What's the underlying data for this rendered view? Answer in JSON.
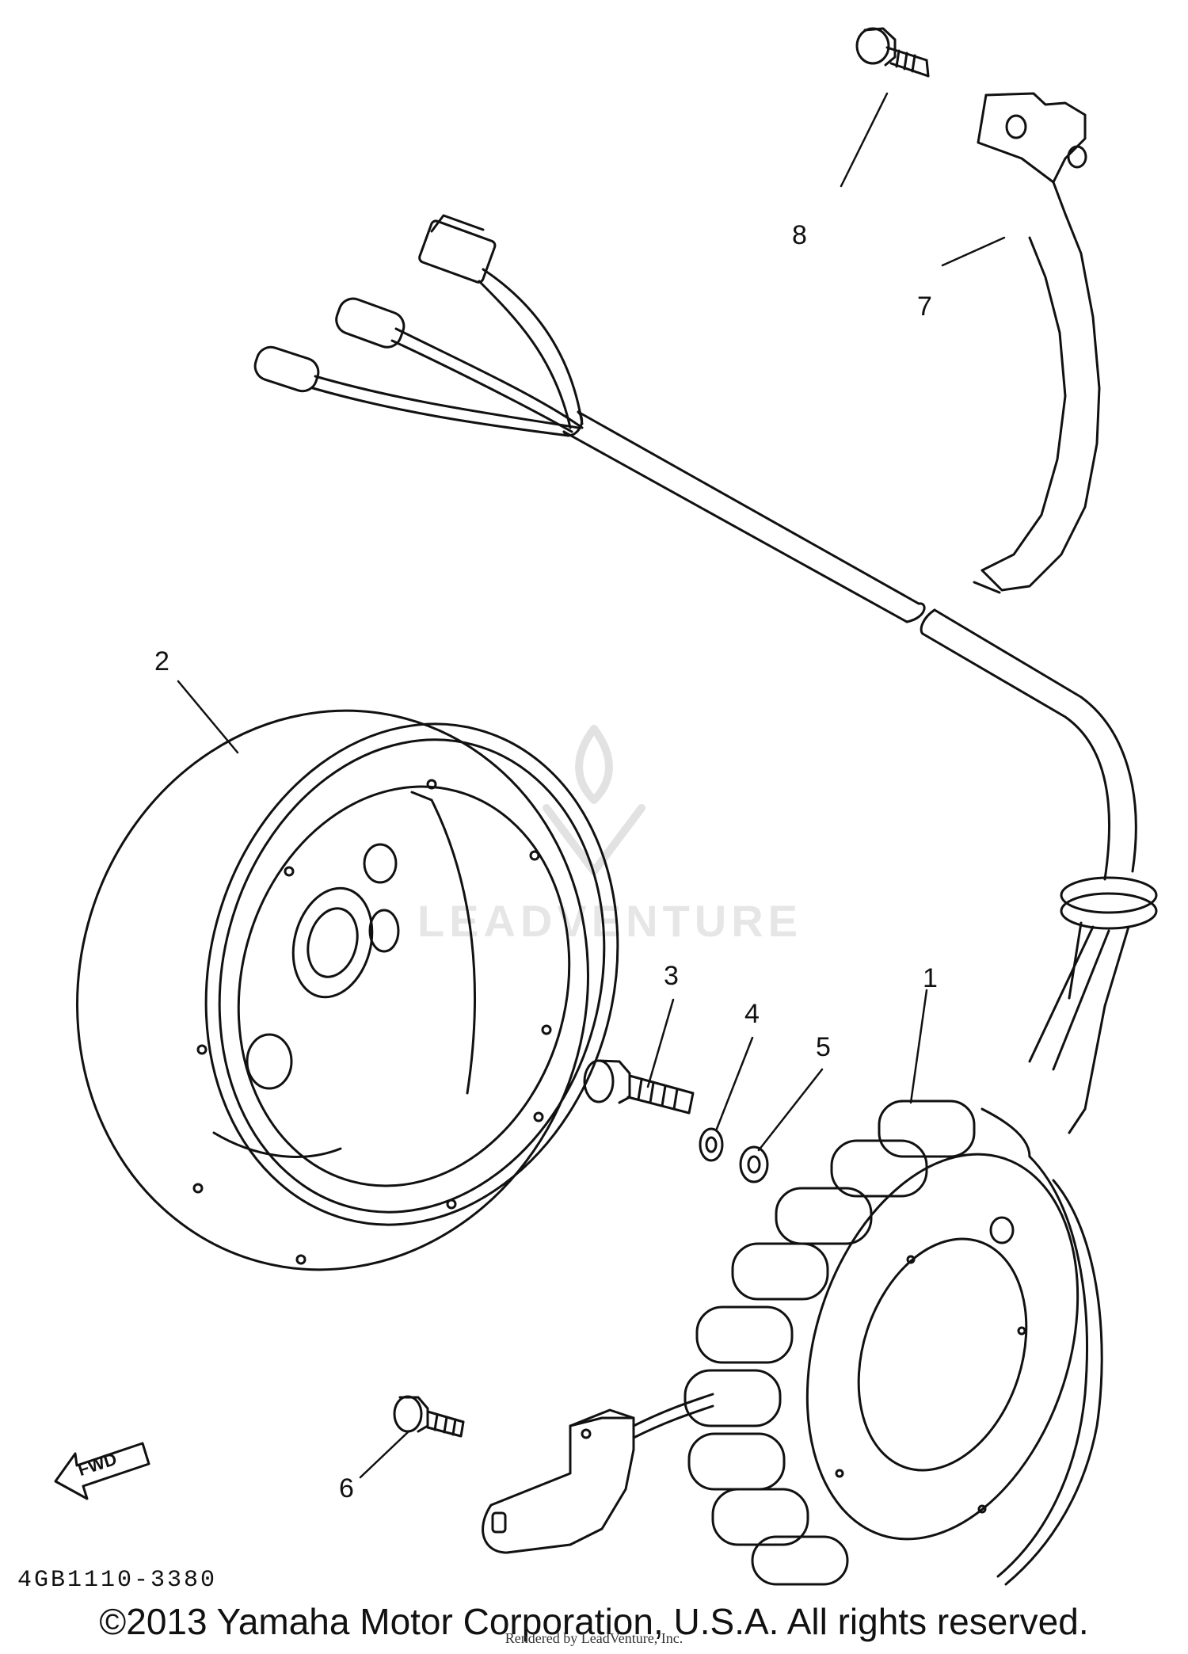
{
  "callouts": {
    "c1": "1",
    "c2": "2",
    "c3": "3",
    "c4": "4",
    "c5": "5",
    "c6": "6",
    "c7": "7",
    "c8": "8"
  },
  "fwd_label": "FWD",
  "ref_code": "4GB1110-3380",
  "copyright": "©2013 Yamaha Motor Corporation, U.S.A. All rights reserved.",
  "rendered_by": "Rendered by LeadVenture, Inc.",
  "watermark": "LEADVENTURE"
}
